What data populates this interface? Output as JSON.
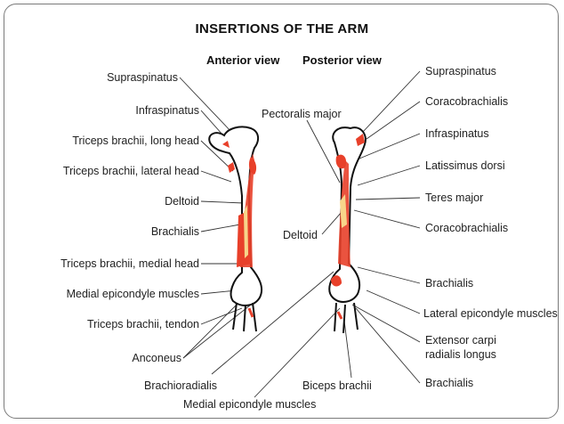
{
  "title": "INSERTIONS OF THE ARM",
  "views": {
    "anterior": "Anterior view",
    "posterior": "Posterior view"
  },
  "colors": {
    "muscle": "#e8402a",
    "bone": "#111111",
    "line": "#333333"
  },
  "anterior_labels": [
    "Supraspinatus",
    "Infraspinatus",
    "Triceps brachii, long head",
    "Triceps brachii, lateral head",
    "Deltoid",
    "Brachialis",
    "Triceps brachii, medial head",
    "Medial epicondyle muscles",
    "Triceps brachii, tendon",
    "Anconeus",
    "Brachioradialis",
    "Medial epicondyle muscles"
  ],
  "middle_labels": {
    "pectoralis": "Pectoralis major",
    "deltoid": "Deltoid",
    "biceps": "Biceps brachii"
  },
  "posterior_labels": [
    "Supraspinatus",
    "Coracobrachialis",
    "Infraspinatus",
    "Latissimus dorsi",
    "Teres major",
    "Coracobrachialis",
    "Brachialis",
    "Lateral epicondyle muscles",
    "Extensor carpi",
    "radialis longus",
    "Brachialis"
  ]
}
